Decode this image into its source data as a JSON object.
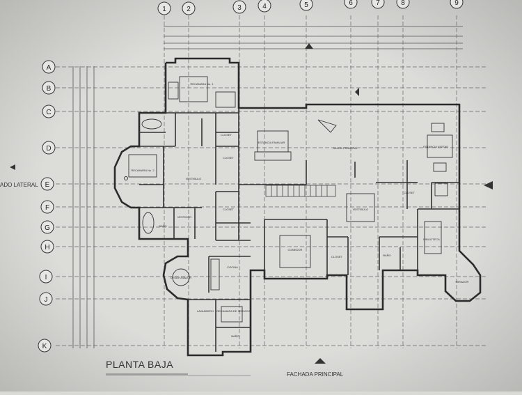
{
  "title": "PLANTA BAJA",
  "facade_label": "FACHADA PRINCIPAL",
  "side_label": "ADO LATERAL",
  "grid_columns": [
    "1",
    "2",
    "3",
    "4",
    "5",
    "6",
    "7",
    "8",
    "9"
  ],
  "grid_rows": [
    "A",
    "B",
    "C",
    "D",
    "E",
    "F",
    "G",
    "H",
    "I",
    "J",
    "K"
  ],
  "rooms": {
    "recamara1": "RECAMARA No. 1",
    "recamara2": "RECAMARA No. 2",
    "closet_a": "CLOSET",
    "closet_b": "CLOSET",
    "closet_c": "CLOSET",
    "closet_d": "CLOSET",
    "closet_e": "CLOSET",
    "estancia_familiar": "ESTANCIA FAMILIAR",
    "salon_principal": "SALON PRINCIPAL",
    "estancia_visitas": "ESTANCIA VISITAS",
    "vestibulo_a": "VESTIBULO",
    "vestibulo_b": "VESTIBULO",
    "bano_a": "BAÑO",
    "bano_b": "BAÑO",
    "bano_c": "BAÑO",
    "comedor": "COMEDOR",
    "cocina": "COCINA",
    "desayunador": "DESAYUNADOR",
    "biblioteca": "BIBLIOTECA",
    "lavandero": "LAVANDERO",
    "recamara_servicio": "RECAMARA DE SERVICIO",
    "mirador": "MIRADOR",
    "vestidor": "VESTIDOR"
  },
  "colors": {
    "paper": "#d9d9d6",
    "line": "#2b2b2b",
    "faint": "#7a7a7a",
    "label_bg": "#9d9d9b"
  }
}
